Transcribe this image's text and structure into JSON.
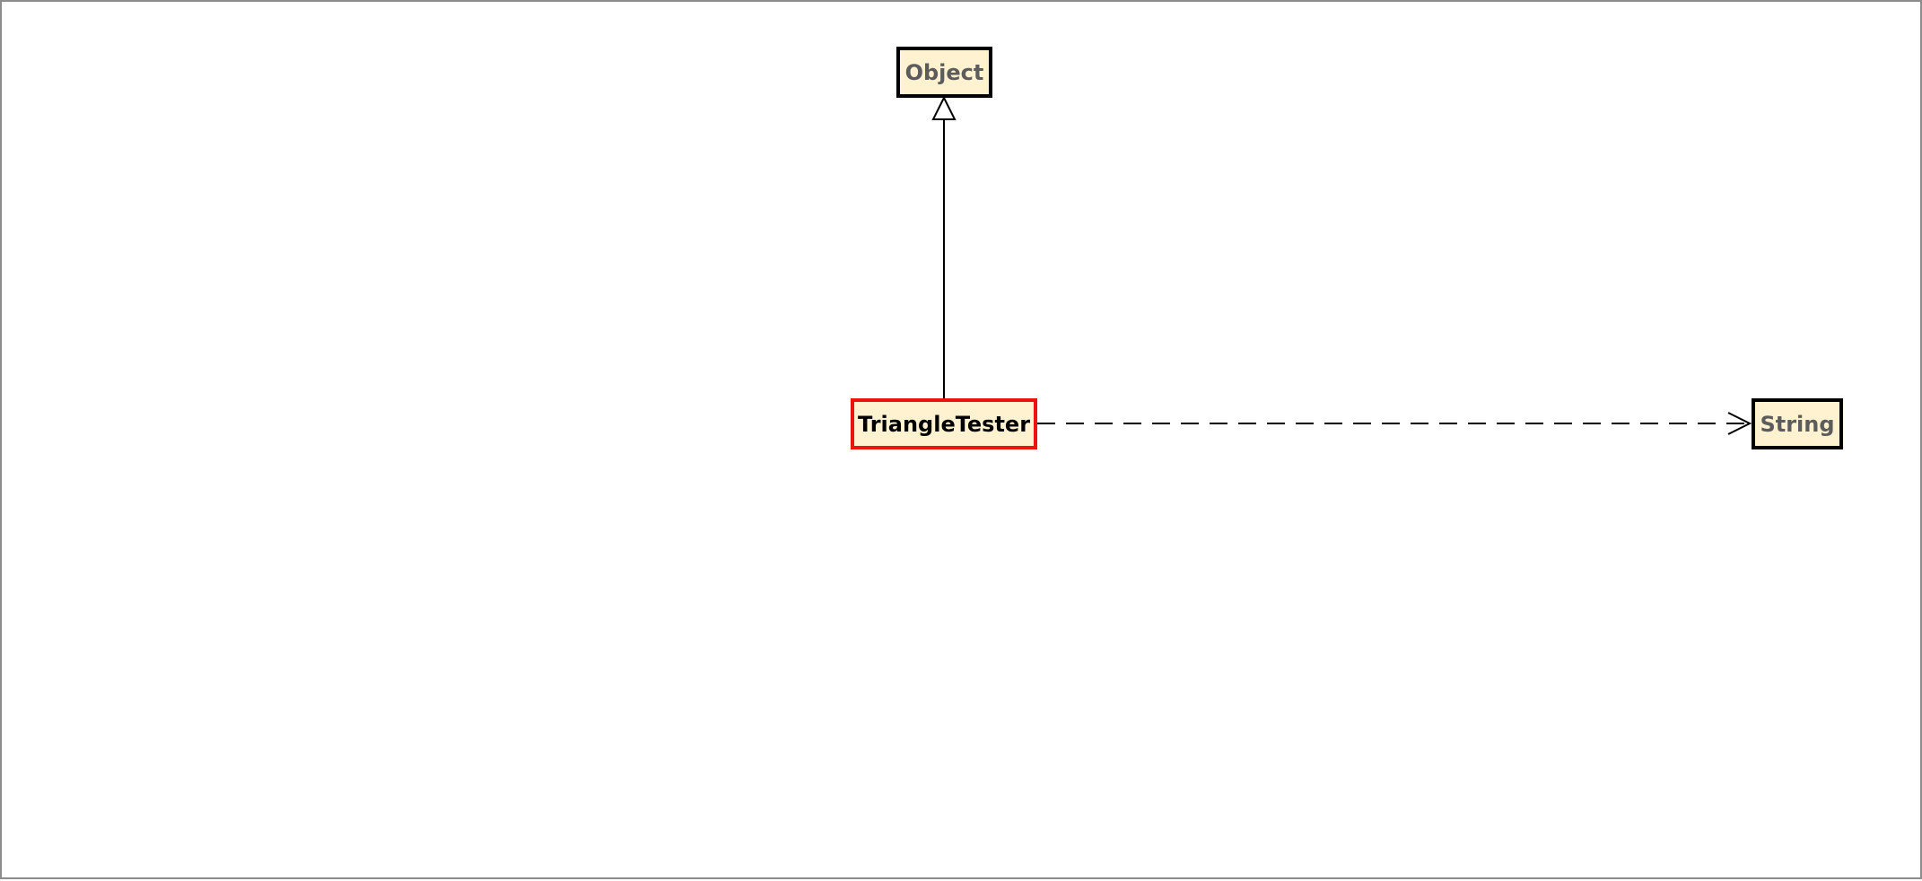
{
  "diagram": {
    "classes": {
      "object": {
        "label": "Object",
        "role": "library-class"
      },
      "triangle_tester": {
        "label": "TriangleTester",
        "role": "selected-class"
      },
      "string": {
        "label": "String",
        "role": "library-class"
      }
    },
    "relations": [
      {
        "type": "inheritance",
        "from": "TriangleTester",
        "to": "Object"
      },
      {
        "type": "dependency",
        "from": "TriangleTester",
        "to": "String"
      }
    ]
  },
  "colors": {
    "class_fill": "#fff2d0",
    "class_border": "#000000",
    "selected_border": "#ee1111",
    "library_text": "#5c5c5c",
    "canvas_border": "#8c8c8c"
  }
}
